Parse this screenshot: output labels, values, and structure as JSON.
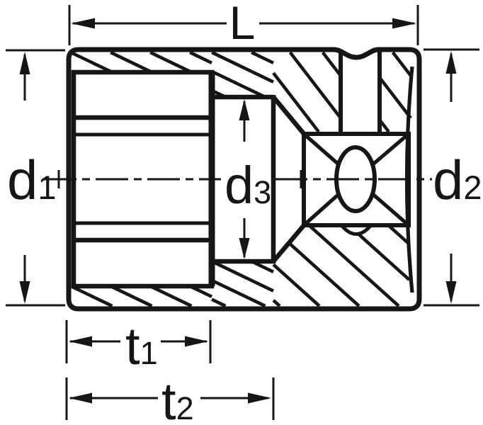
{
  "figure": {
    "ink_color": "#161616",
    "background_color": "#ffffff",
    "dimensions": {
      "L": {
        "base": "L",
        "sub": ""
      },
      "d1": {
        "base": "d",
        "sub": "1"
      },
      "d2": {
        "base": "d",
        "sub": "2"
      },
      "d3": {
        "base": "d",
        "sub": "3"
      },
      "t1": {
        "base": "t",
        "sub": "1"
      },
      "t2": {
        "base": "t",
        "sub": "2"
      }
    }
  }
}
